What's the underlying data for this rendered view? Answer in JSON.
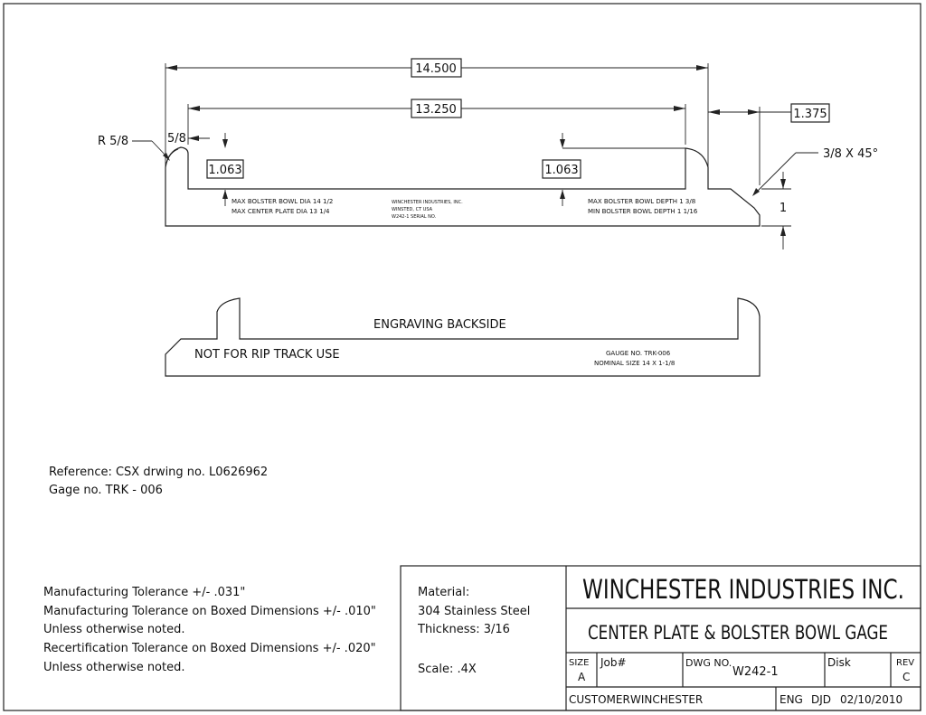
{
  "dims": {
    "overall_width": "14.500",
    "inner_width": "13.250",
    "step_width": "1.375",
    "depth_left": "1.063",
    "depth_right": "1.063",
    "radius_label": "R 5/8",
    "step_label": "5/8",
    "chamfer_label": "3/8 X 45°",
    "height_label": "1"
  },
  "engraving_front": {
    "left_line1": "MAX BOLSTER BOWL DIA  14 1/2",
    "left_line2": "MAX CENTER PLATE DIA  13 1/4",
    "mid_line1": "WINCHESTER INDUSTRIES, INC.",
    "mid_line2": "WINSTED, CT  USA",
    "mid_line3": "W242-1 SERIAL NO.",
    "right_line1": "MAX BOLSTER BOWL DEPTH 1 3/8",
    "right_line2": "MIN BOLSTER BOWL DEPTH 1 1/16"
  },
  "engraving_back": {
    "title": "ENGRAVING BACKSIDE",
    "warning": "NOT FOR RIP TRACK USE",
    "gauge_no": "GAUGE NO. TRK-006",
    "nominal": "NOMINAL SIZE  14 X 1-1/8"
  },
  "reference": {
    "line1": "Reference: CSX drwing no. L0626962",
    "line2": "Gage no. TRK - 006"
  },
  "tolerances": [
    "Manufacturing Tolerance +/- .031\"",
    "Manufacturing Tolerance on Boxed Dimensions +/- .010\"",
    "Unless otherwise noted.",
    "Recertification Tolerance on Boxed Dimensions +/- .020\"",
    "Unless otherwise noted."
  ],
  "material": {
    "label": "Material:",
    "value": "304 Stainless Steel",
    "thickness": "Thickness: 3/16",
    "scale": "Scale: .4X"
  },
  "title_block": {
    "company": "WINCHESTER INDUSTRIES INC.",
    "title": "CENTER PLATE & BOLSTER BOWL GAGE",
    "size_label": "SIZE",
    "size_value": "A",
    "job_label": "Job#",
    "dwg_label": "DWG NO.",
    "dwg_value": "W242-1",
    "disk_label": "Disk",
    "rev_label": "REV",
    "rev_value": "C",
    "customer_label": "CUSTOMER",
    "customer_value": "WINCHESTER",
    "eng_label": "ENG",
    "eng_value": "DJD",
    "date": "02/10/2010"
  }
}
